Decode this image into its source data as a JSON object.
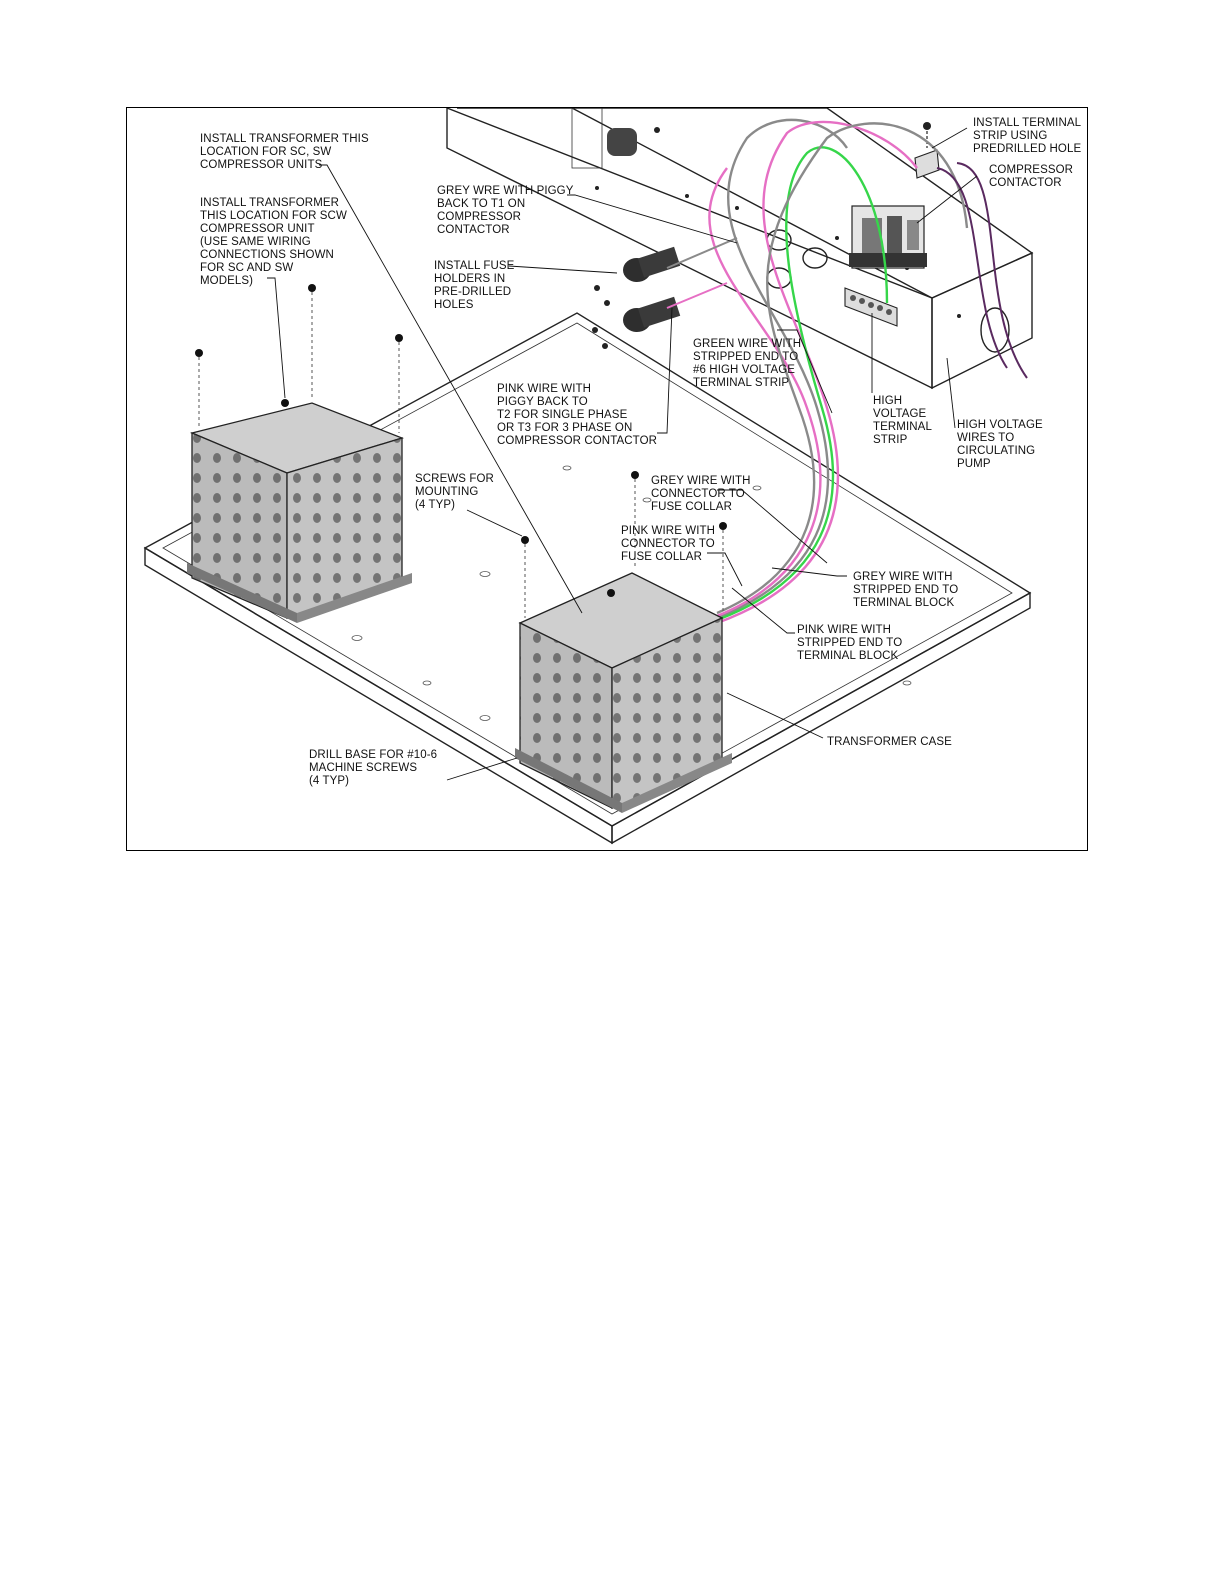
{
  "labels": {
    "transformer_sc_sw": [
      "INSTALL TRANSFORMER THIS",
      "LOCATION FOR SC, SW",
      "COMPRESSOR UNITS"
    ],
    "transformer_scw": [
      "INSTALL TRANSFORMER",
      "THIS LOCATION FOR SCW",
      "COMPRESSOR UNIT",
      "(USE SAME WIRING",
      "CONNECTIONS SHOWN",
      "FOR SC AND SW",
      "MODELS)"
    ],
    "grey_wire_piggy": [
      "GREY WRE WITH PIGGY",
      "BACK TO T1 ON",
      "COMPRESSOR",
      "CONTACTOR"
    ],
    "fuse_holders": [
      "INSTALL FUSE",
      "HOLDERS IN",
      "PRE-DRILLED",
      "HOLES"
    ],
    "pink_wire_piggy": [
      "PINK WIRE WITH",
      "PIGGY BACK TO",
      "T2 FOR SINGLE PHASE",
      "OR T3 FOR 3 PHASE ON",
      "COMPRESSOR CONTACTOR"
    ],
    "green_wire": [
      "GREEN WIRE WITH",
      "STRIPPED END TO",
      "#6 HIGH VOLTAGE",
      "TERMINAL STRIP"
    ],
    "terminal_strip_install": [
      "INSTALL TERMINAL",
      "STRIP USING",
      "PREDRILLED HOLE"
    ],
    "compressor_contactor": [
      "COMPRESSOR",
      "CONTACTOR"
    ],
    "hv_terminal_strip": [
      "HIGH",
      "VOLTAGE",
      "TERMINAL",
      "STRIP"
    ],
    "hv_wires_pump": [
      "HIGH VOLTAGE",
      "WIRES TO",
      "CIRCULATING",
      "PUMP"
    ],
    "screws_mounting": [
      "SCREWS FOR",
      "MOUNTING",
      "(4 TYP)"
    ],
    "grey_wire_fuse": [
      "GREY WIRE WITH",
      "CONNECTOR TO",
      "FUSE COLLAR"
    ],
    "pink_wire_fuse": [
      "PINK WIRE WITH",
      "CONNECTOR TO",
      "FUSE COLLAR"
    ],
    "grey_wire_block": [
      "GREY WIRE WITH",
      "STRIPPED END TO",
      "TERMINAL BLOCK"
    ],
    "pink_wire_block": [
      "PINK WIRE WITH",
      "STRIPPED END TO",
      "TERMINAL BLOCK"
    ],
    "transformer_case": [
      "TRANSFORMER CASE"
    ],
    "drill_base": [
      "DRILL BASE FOR #10-6",
      "MACHINE SCREWS",
      "(4 TYP)"
    ]
  },
  "colors": {
    "pink_wire": "#e66fc4",
    "green_wire": "#36d64a",
    "grey_wire": "#8a8a8a",
    "purple_wire": "#5a2a60",
    "case_fill": "#b9b9b9",
    "case_top": "#cfcfcf"
  }
}
